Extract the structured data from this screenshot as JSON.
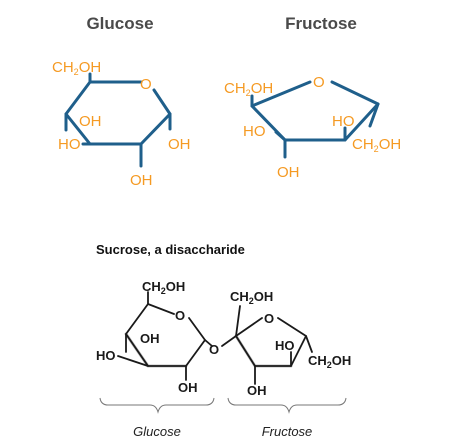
{
  "glucose": {
    "title": "Glucose",
    "ring_oxygen": "O",
    "top_group": {
      "pre": "CH",
      "sub": "2",
      "post": "OH"
    },
    "inner_oh": "OH",
    "left_oh": "HO",
    "right_oh": "OH",
    "bottom_oh": "OH"
  },
  "fructose": {
    "title": "Fructose",
    "ring_oxygen": "O",
    "top_group": {
      "pre": "CH",
      "sub": "2",
      "post": "OH"
    },
    "left_oh": "HO",
    "inner_ho": "HO",
    "right_group": {
      "pre": "CH",
      "sub": "2",
      "post": "OH"
    },
    "bottom_oh": "OH"
  },
  "sucrose": {
    "caption": "Sucrose, a disaccharide",
    "glucose_top_group": {
      "pre": "CH",
      "sub": "2",
      "post": "OH"
    },
    "fructose_top_group": {
      "pre": "CH",
      "sub": "2",
      "post": "OH"
    },
    "glucose_ring_oxygen": "O",
    "fructose_ring_oxygen": "O",
    "bridge_oxygen": "O",
    "glucose_inner_oh": "OH",
    "glucose_left_oh": "HO",
    "glucose_bottom_oh": "OH",
    "fructose_inner_ho": "HO",
    "fructose_right_group": {
      "pre": "CH",
      "sub": "2",
      "post": "OH"
    },
    "fructose_bottom_oh": "OH",
    "brace_left_label": "Glucose",
    "brace_right_label": "Fructose"
  },
  "colors": {
    "bond_blue": "#1f5f8b",
    "label_orange": "#f59a23",
    "ink_black": "#1a1a1a",
    "ring_shadow_gray": "#bfbfbf",
    "title_gray": "#4a4a4a"
  }
}
